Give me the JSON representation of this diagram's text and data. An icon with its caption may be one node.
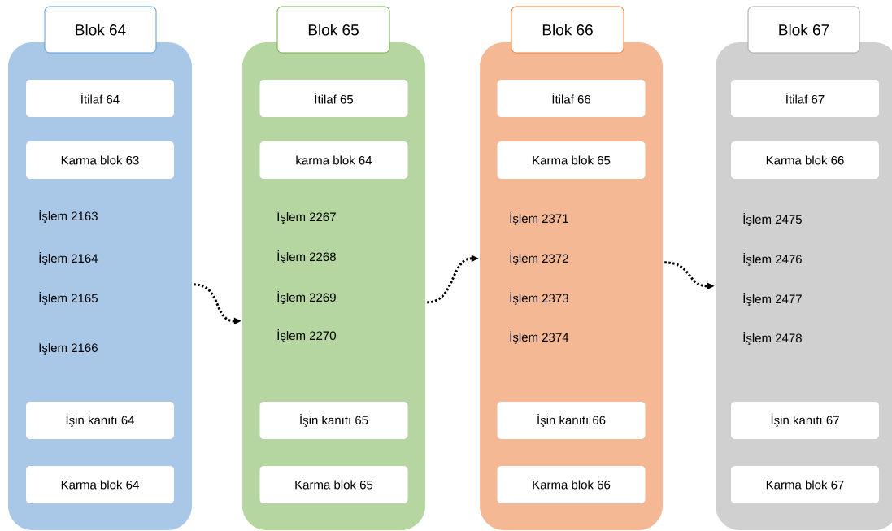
{
  "diagram": {
    "nodes": [
      {
        "text": [
          "Blok 64",
          "İşlem 2163",
          "İşlem 2164",
          "İşlem 2165",
          "İşlem 2166"
        ]
      },
      {
        "text": [
          "İtilaf 64"
        ],
        "in": 0
      },
      {
        "text": [
          "Karma blok 63"
        ],
        "in": 0
      },
      {
        "text": [
          "İşin kanıtı 64"
        ],
        "in": 0
      },
      {
        "text": [
          "Karma blok 64"
        ],
        "in": 0
      },
      {
        "text": [
          "Blok 65",
          "İşlem 2267",
          "İşlem 2268",
          "İşlem 2269",
          "İşlem 2270"
        ]
      },
      {
        "text": [
          "İtilaf 65"
        ],
        "in": 5
      },
      {
        "text": [
          "karma blok 64"
        ],
        "in": 5
      },
      {
        "text": [
          "İşin kanıtı 65"
        ],
        "in": 5
      },
      {
        "text": [
          "Karma blok 65"
        ],
        "in": 5
      },
      {
        "text": [
          "Blok 66",
          "İşlem 2371",
          "İşlem 2372",
          "İşlem 2373",
          "İşlem 2374"
        ]
      },
      {
        "text": [
          "İtilaf 66"
        ],
        "in": 10
      },
      {
        "text": [
          "Karma blok 65"
        ],
        "in": 10
      },
      {
        "text": [
          "İşin kanıtı 66"
        ],
        "in": 10
      },
      {
        "text": [
          "Karma blok 66"
        ],
        "in": 10
      },
      {
        "text": [
          "Blok 67",
          "İşlem 2475",
          "İşlem 2476",
          "İşlem 2477",
          "İşlem 2478"
        ]
      },
      {
        "text": [
          "İtilaf 67"
        ],
        "in": 15
      },
      {
        "text": [
          "Karma blok 66"
        ],
        "in": 15
      },
      {
        "text": [
          "İşin kanıtı 67"
        ],
        "in": 15
      },
      {
        "text": [
          "Karma blok 67"
        ],
        "in": 15
      }
    ],
    "edges": [
      {
        "from": 0,
        "to": 5,
        "arrow": "to",
        "style": "dashed"
      },
      {
        "from": 5,
        "to": 10,
        "arrow": "to",
        "style": "dashed"
      },
      {
        "from": 10,
        "to": 15,
        "arrow": "to",
        "style": "dashed"
      }
    ]
  }
}
